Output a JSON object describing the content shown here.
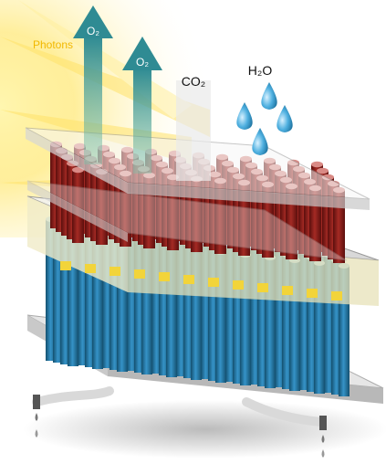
{
  "labels": {
    "photons": "Photons",
    "o2_left": "O₂",
    "o2_right": "O₂",
    "co2": "CO₂",
    "h2o": "H₂O"
  },
  "colors": {
    "photon_yellow": "#f4c400",
    "o2_arrow": "#3f9da3",
    "anode_rod": "#8a1f1c",
    "cathode_rod": "#2f86b8",
    "membrane_band": "#f2e06a",
    "water_drop": "#3aa3d6",
    "glass_plate": "#dcdcdc"
  },
  "icons": {
    "water_droplet": "water-drop-icon",
    "oxygen_arrow": "up-arrow-icon",
    "fuel_outlet_drip": "drip-icon"
  }
}
